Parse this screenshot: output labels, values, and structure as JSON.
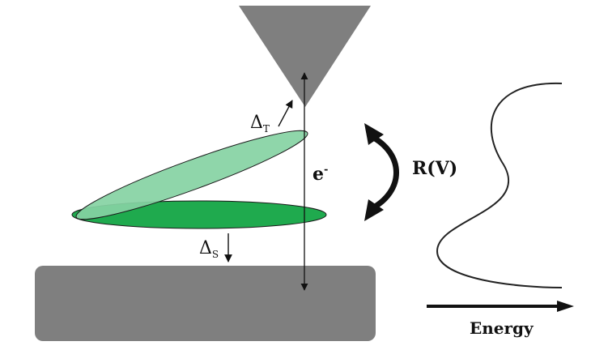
{
  "labels": {
    "delta": "Δ",
    "tip_subscript": "T",
    "sample_subscript": "S",
    "electron": "e",
    "electron_superscript": "-",
    "rotation": "R(V)",
    "energy_axis": "Energy"
  },
  "colors": {
    "tip": "#7f7f7f",
    "substrate": "#7f7f7f",
    "molecule_tilted": "#86d3a3",
    "molecule_flat": "#1faa4e",
    "outline": "#1a1a1a",
    "curve": "#222222",
    "arrow": "#111111"
  },
  "icons": {
    "tip": "stm-tip-triangle",
    "substrate": "substrate-slab",
    "rotation_arrow": "curved-double-arrow-icon",
    "energy_arrow": "right-arrow-icon"
  }
}
